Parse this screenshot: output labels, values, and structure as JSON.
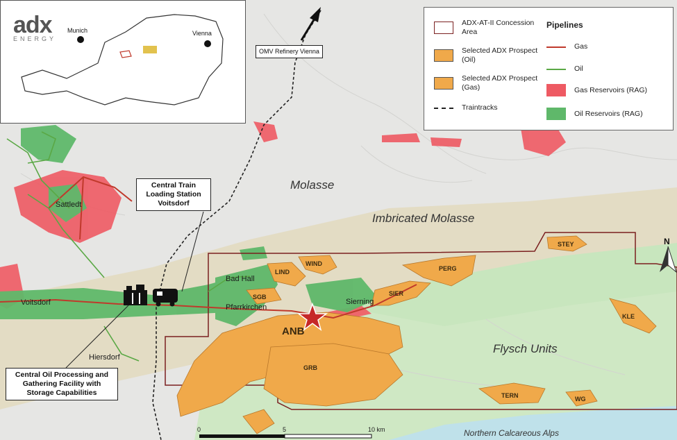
{
  "logo": {
    "brand": "adx",
    "sub": "ENERGY"
  },
  "inset": {
    "city_left": "Munich",
    "city_right": "Vienna"
  },
  "legend": {
    "concession": "ADX-AT-II Concession Area",
    "prospect_oil": "Selected ADX Prospect (Oil)",
    "prospect_gas": "Selected ADX Prospect (Gas)",
    "traintracks": "Traintracks",
    "pipelines_title": "Pipelines",
    "gas": "Gas",
    "oil": "Oil",
    "gas_reservoirs": "Gas Reservoirs (RAG)",
    "oil_reservoirs": "Oil Reservoirs (RAG)"
  },
  "regions": {
    "molasse": "Molasse",
    "imbricated": "Imbricated Molasse",
    "flysch": "Flysch Units",
    "calcareous": "Northern Calcareous Alps"
  },
  "places": {
    "sattledt": "Sattledt",
    "voitsdorf": "Voitsdorf",
    "hieflsdorf": "Hiersdorf",
    "badhall": "Bad Hall",
    "pfarrkirchen": "Pfarrkirchen",
    "sierning": "Sierning"
  },
  "prospects": {
    "lind": "LIND",
    "wind": "WIND",
    "sgb": "SGB",
    "anb": "ANB",
    "grb": "GRB",
    "sier": "SIER",
    "perg": "PERG",
    "stey": "STEY",
    "kle": "KLE",
    "tern": "TERN",
    "wg": "WG"
  },
  "callouts": {
    "train": "Central Train Loading Station Voitsdorf",
    "oil": "Central Oil Processing and Gathering Facility with Storage Capabilities",
    "omv": "OMV Refinery Vienna"
  },
  "north": "N",
  "scale": {
    "t0": "0",
    "t5": "5",
    "t10": "10 km"
  },
  "colors": {
    "gas_pipeline": "#c0392b",
    "oil_pipeline": "#5aa845",
    "gas_reservoir": "#ee5a63",
    "oil_reservoir": "#5fb86a",
    "prospect": "#f0a94a",
    "concession": "#7a1f1f"
  }
}
